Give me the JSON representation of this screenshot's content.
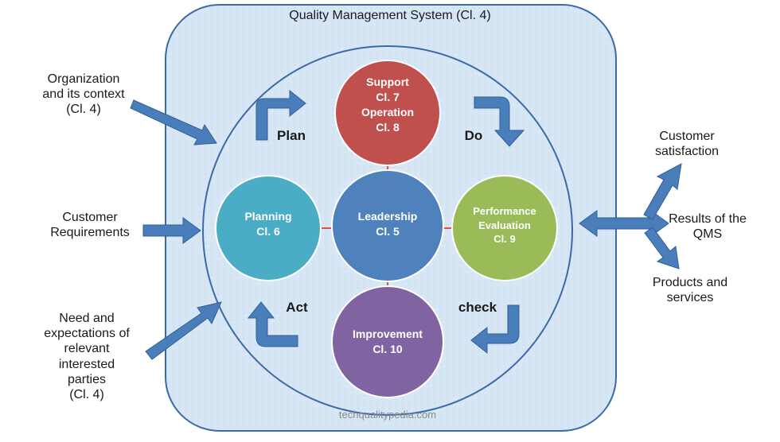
{
  "title": "Quality Management System (Cl. 4)",
  "watermark": "techqualitypedia.com",
  "inputs": {
    "organization": [
      "Organization",
      "and its context",
      "(Cl. 4)"
    ],
    "customer_requirements": [
      "Customer",
      "Requirements"
    ],
    "interested_parties": [
      "Need and",
      "expectations of",
      "relevant",
      "interested",
      "parties",
      "(Cl. 4)"
    ]
  },
  "outputs": {
    "customer_satisfaction": [
      "Customer",
      "satisfaction"
    ],
    "results": [
      "Results of the",
      "QMS"
    ],
    "products": [
      "Products and",
      "services"
    ]
  },
  "pdca": {
    "plan": "Plan",
    "do": "Do",
    "check": "check",
    "act": "Act"
  },
  "circles": {
    "support": {
      "line1": "Support",
      "line2": "Cl. 7",
      "line3": "Operation",
      "line4": "Cl. 8",
      "color": "#c0504d"
    },
    "planning": {
      "line1": "Planning",
      "line2": "Cl. 6",
      "color": "#4bacc6"
    },
    "leadership": {
      "line1": "Leadership",
      "line2": "Cl. 5",
      "color": "#4f81bd"
    },
    "performance": {
      "line1": "Performance",
      "line2": "Evaluation",
      "line3": "Cl. 9",
      "color": "#9bbb59"
    },
    "improvement": {
      "line1": "Improvement",
      "line2": "Cl. 10",
      "color": "#8064a2"
    }
  },
  "colors": {
    "arrow": "#4a7ebb",
    "frame_fill": "#d5e5f4",
    "frame_stroke": "#3a6aa8",
    "connector": "#d9534f"
  }
}
